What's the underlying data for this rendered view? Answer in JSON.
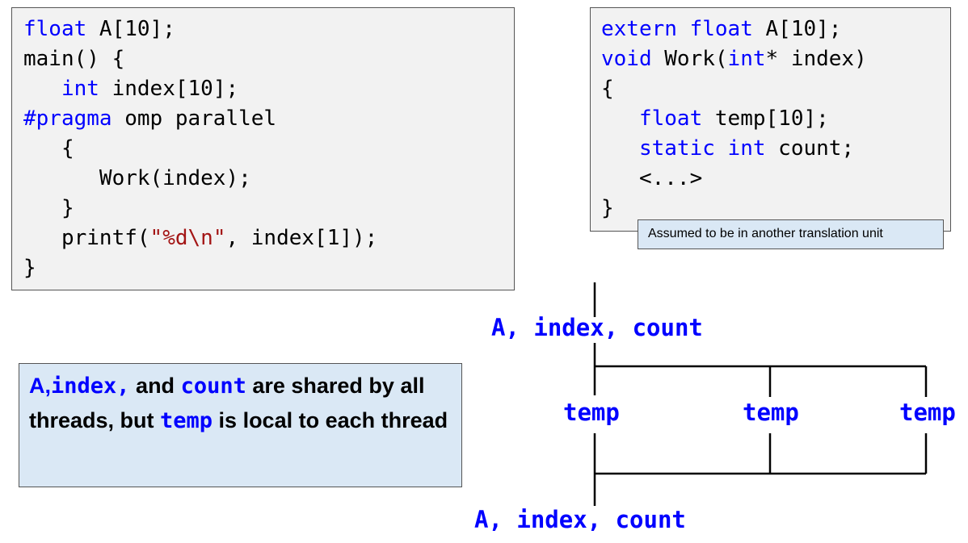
{
  "code_left": {
    "lines": [
      [
        {
          "t": "float",
          "k": "kw"
        },
        {
          "t": " A[10];",
          "k": ""
        }
      ],
      [
        {
          "t": "main() {",
          "k": ""
        }
      ],
      [
        {
          "t": "   ",
          "k": ""
        },
        {
          "t": "int",
          "k": "kw"
        },
        {
          "t": " index[10];",
          "k": ""
        }
      ],
      [
        {
          "t": "#pragma",
          "k": "kw"
        },
        {
          "t": " omp parallel",
          "k": ""
        }
      ],
      [
        {
          "t": "   {",
          "k": ""
        }
      ],
      [
        {
          "t": "      Work(index);",
          "k": ""
        }
      ],
      [
        {
          "t": "   }",
          "k": ""
        }
      ],
      [
        {
          "t": "   printf(",
          "k": ""
        },
        {
          "t": "\"%d\\n\"",
          "k": "str"
        },
        {
          "t": ", index[1]);",
          "k": ""
        }
      ],
      [
        {
          "t": "}",
          "k": ""
        }
      ]
    ]
  },
  "code_right": {
    "lines": [
      [
        {
          "t": "extern",
          "k": "kw"
        },
        {
          "t": " ",
          "k": ""
        },
        {
          "t": "float",
          "k": "kw"
        },
        {
          "t": " A[10];",
          "k": ""
        }
      ],
      [
        {
          "t": "void",
          "k": "kw"
        },
        {
          "t": " Work(",
          "k": ""
        },
        {
          "t": "int",
          "k": "kw"
        },
        {
          "t": "* index)",
          "k": ""
        }
      ],
      [
        {
          "t": "{",
          "k": ""
        }
      ],
      [
        {
          "t": "   ",
          "k": ""
        },
        {
          "t": "float",
          "k": "kw"
        },
        {
          "t": " temp[10];",
          "k": ""
        }
      ],
      [
        {
          "t": "   ",
          "k": ""
        },
        {
          "t": "static",
          "k": "kw"
        },
        {
          "t": " ",
          "k": ""
        },
        {
          "t": "int",
          "k": "kw"
        },
        {
          "t": " count;",
          "k": ""
        }
      ],
      [
        {
          "t": "   <...>",
          "k": ""
        }
      ],
      [
        {
          "t": "}",
          "k": ""
        }
      ]
    ]
  },
  "note": "Assumed to be in another translation unit",
  "callout": {
    "a": "A,",
    "index": "index,",
    "and": " and ",
    "count": "count",
    "rest1": " are shared by all threads, but ",
    "temp": "temp",
    "rest2": " is local to each thread"
  },
  "diagram": {
    "top_label": "A, index, count",
    "bottom_label": "A, index, count",
    "temp_labels": [
      "temp",
      "temp",
      "temp"
    ]
  },
  "colors": {
    "keyword": "#0000ff",
    "string": "#a31515",
    "box_fill": "#f2f2f2",
    "callout_fill": "#dae8f5"
  }
}
